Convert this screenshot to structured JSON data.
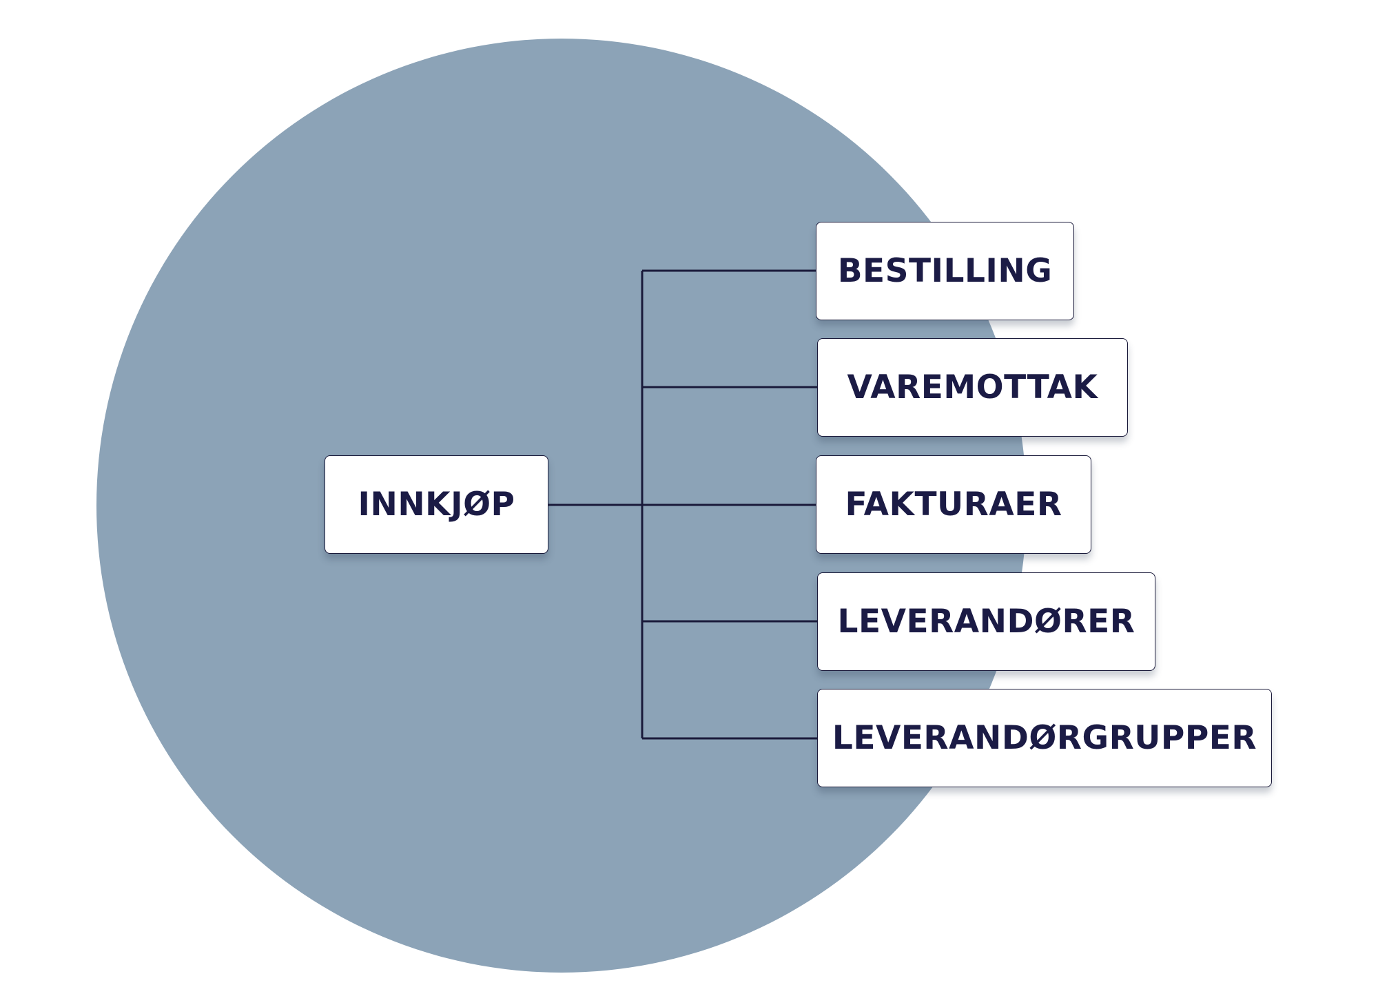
{
  "colors": {
    "background": "#ffffff",
    "circle": "#8ca3b7",
    "node_fill": "#ffffff",
    "node_border": "#1a1a3a",
    "text": "#1b1b45",
    "connector": "#1a1a3a"
  },
  "root": {
    "label": "INNKJØP"
  },
  "children": [
    {
      "label": "BESTILLING"
    },
    {
      "label": "VAREMOTTAK"
    },
    {
      "label": "FAKTURAER"
    },
    {
      "label": "LEVERANDØRER"
    },
    {
      "label": "LEVERANDØRGRUPPER"
    }
  ]
}
